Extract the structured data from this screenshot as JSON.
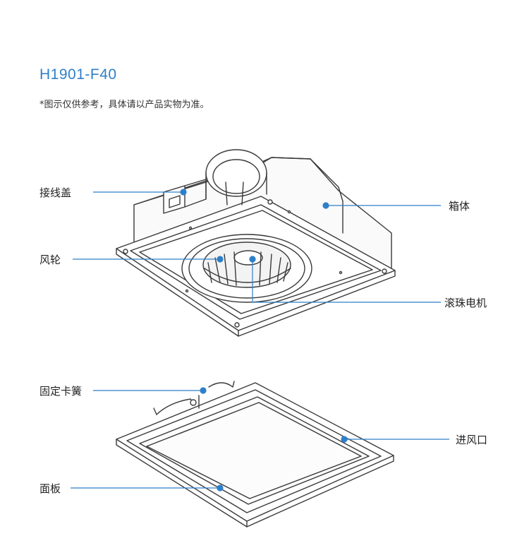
{
  "header": {
    "model": "H1901-F40",
    "note": "*图示仅供参考，具体请以产品实物为准。"
  },
  "labels": {
    "wiring_cover": "接线盖",
    "fan_wheel": "风轮",
    "housing": "箱体",
    "ball_motor": "滚珠电机",
    "spring_clip": "固定卡簧",
    "air_inlet": "进风口",
    "panel": "面板"
  },
  "colors": {
    "accent": "#2f7fc8",
    "line": "#3a3a3a"
  }
}
